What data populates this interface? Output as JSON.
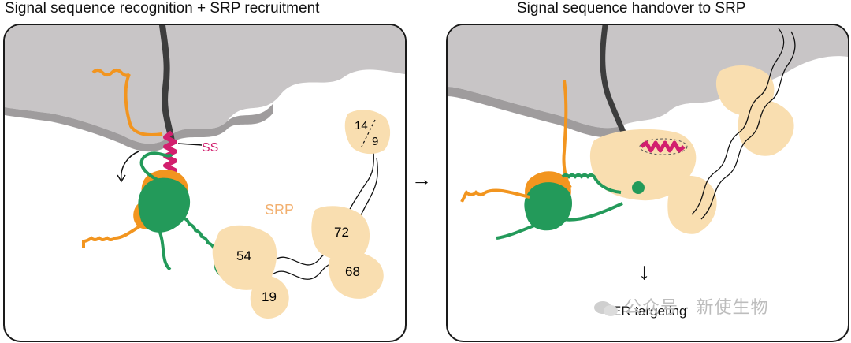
{
  "left_panel": {
    "title": "Signal sequence recognition + SRP recruitment",
    "ss_label": "SS",
    "srp_label": "SRP",
    "domains": [
      "54",
      "19",
      "72",
      "68",
      "14",
      "9"
    ]
  },
  "right_panel": {
    "title": "Signal sequence handover to SRP",
    "outcome_label": "ER targeting"
  },
  "arrows": {
    "between_panels": "→",
    "down": "↓"
  },
  "watermark": {
    "text": "公众号 · 新使生物"
  },
  "colors": {
    "ribosome": "#c8c5c6",
    "ribosome_dark": "#9f9c9d",
    "srp": "#f9deb0",
    "green_factor": "#239a5a",
    "orange_factor": "#f2951f",
    "signal_sequence": "#d21f6e",
    "srp_label": "#f2b070",
    "nascent_chain": "#3d3d3d"
  }
}
